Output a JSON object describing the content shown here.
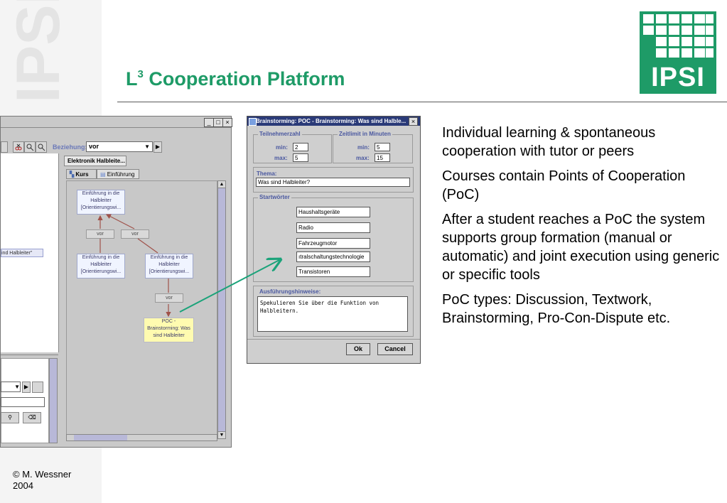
{
  "watermark": "IPSI",
  "title": {
    "prefix": "L",
    "sup": "3",
    "rest": " Cooperation Platform"
  },
  "logo_text": "IPSI",
  "footer": {
    "line1": "© M. Wessner",
    "line2": "2004"
  },
  "bullets": [
    "Individual learning & spontaneous cooperation with tutor or peers",
    "Courses contain Points of Cooperation (PoC)",
    "After a student reaches a PoC the system supports group formation (manual or automatic) and joint execution using generic or specific tools",
    "PoC types: Discussion, Textwork, Brainstorming, Pro-Con-Dispute etc."
  ],
  "main_window": {
    "controls": [
      "_",
      "□",
      "×"
    ],
    "beziehung_label": "Beziehung:",
    "beziehung_value": "vor",
    "doc_tab": "Elektronik Halbleite...",
    "tabs": [
      "Kurs",
      "Einführung"
    ],
    "left_fragment": "ind Halbleiter\"",
    "nodes": [
      {
        "lines": [
          "Einführung in die",
          "Halbleiter",
          "[Orientierungswi..."
        ]
      },
      {
        "lines": [
          "Einführung in die",
          "Halbleiter",
          "[Orientierungswi..."
        ]
      },
      {
        "lines": [
          "Einführung in die",
          "Halbleiter",
          "[Orientierungswi..."
        ]
      },
      {
        "lines": [
          "POC -",
          "Brainstorming: Was",
          "sind Halbleiter"
        ]
      }
    ],
    "edges": [
      "vor",
      "vor",
      "vor"
    ]
  },
  "dialog": {
    "title": "Brainstorming: POC - Brainstorming: Was sind Halble...",
    "close": "×",
    "teilnehmer_label": "Teilnehmerzahl",
    "zeit_label": "Zeitlimit in Minuten",
    "min_label": "min:",
    "max_label": "max:",
    "teilnehmer_min": "2",
    "teilnehmer_max": "5",
    "zeit_min": "5",
    "zeit_max": "15",
    "thema_label": "Thema:",
    "thema_value": "Was sind Halbleiter?",
    "startwoerter_label": "Startwörter",
    "startwoerter": [
      "Haushaltsgeräte",
      "Radio",
      "Fahrzeugmotor",
      "ıtralschaltungstechnologie",
      "Transistoren"
    ],
    "hinweise_label": "Ausführungshinweise:",
    "hinweise_text": "Spekulieren Sie über die Funktion von\nHalbleitern.",
    "ok_label": "Ok",
    "cancel_label": "Cancel"
  },
  "colors": {
    "accent": "#1e9b67",
    "dialog_title": "#2a3a78",
    "arrow": "#1ba37a"
  }
}
